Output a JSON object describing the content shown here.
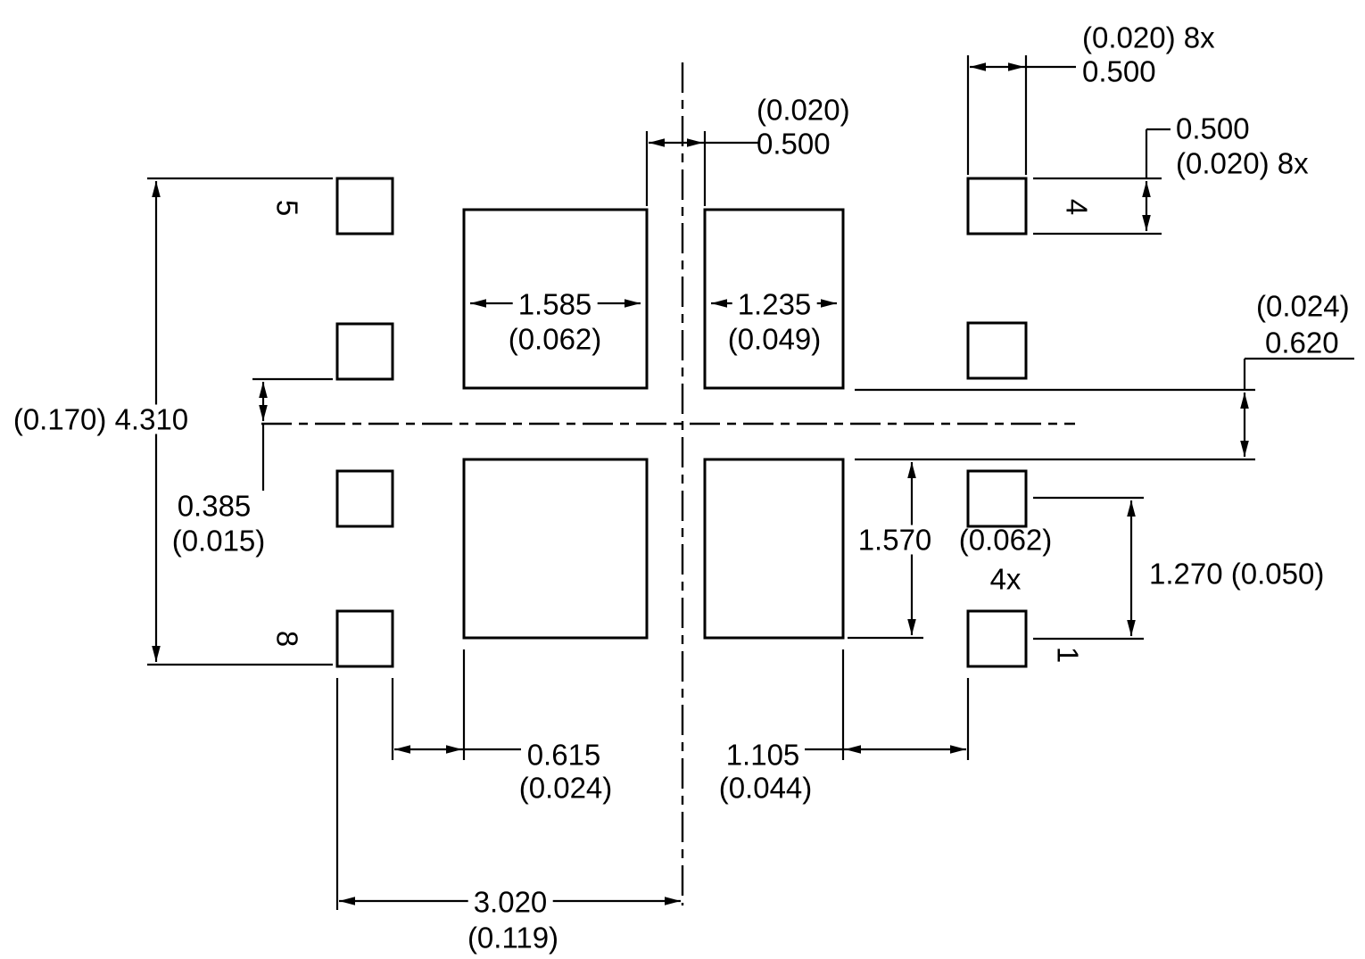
{
  "drawing": {
    "type": "pcb-land-pattern-dimension-drawing"
  },
  "labels": {
    "pitch_top_in": "(0.020) 8x",
    "pitch_top_mm": "0.500",
    "gap_center_in": "(0.020)",
    "gap_center_mm": "0.500",
    "pad4_h_mm": "0.500",
    "pad4_h_in": "(0.020) 8x",
    "mid_gap_in": "(0.024)",
    "mid_gap_mm": "0.620",
    "pad_w_left_mm": "1.585",
    "pad_w_left_in": "(0.062)",
    "pad_w_right_mm": "1.235",
    "pad_w_right_in": "(0.049)",
    "overall_v": "(0.170) 4.310",
    "offset_mm": "0.385",
    "offset_in": "(0.015)",
    "pad_h_mm": "1.570",
    "pad_h_in": "(0.062)",
    "pad_h_qty": "4x",
    "pitch_right": "1.270 (0.050)",
    "clear_left_mm": "0.615",
    "clear_left_in": "(0.024)",
    "clear_right_mm": "1.105",
    "clear_right_in": "(0.044)",
    "overall_h_mm": "3.020",
    "overall_h_in": "(0.119)"
  },
  "pins": {
    "p5": "5",
    "p8": "8",
    "p4": "4",
    "p1": "1"
  }
}
